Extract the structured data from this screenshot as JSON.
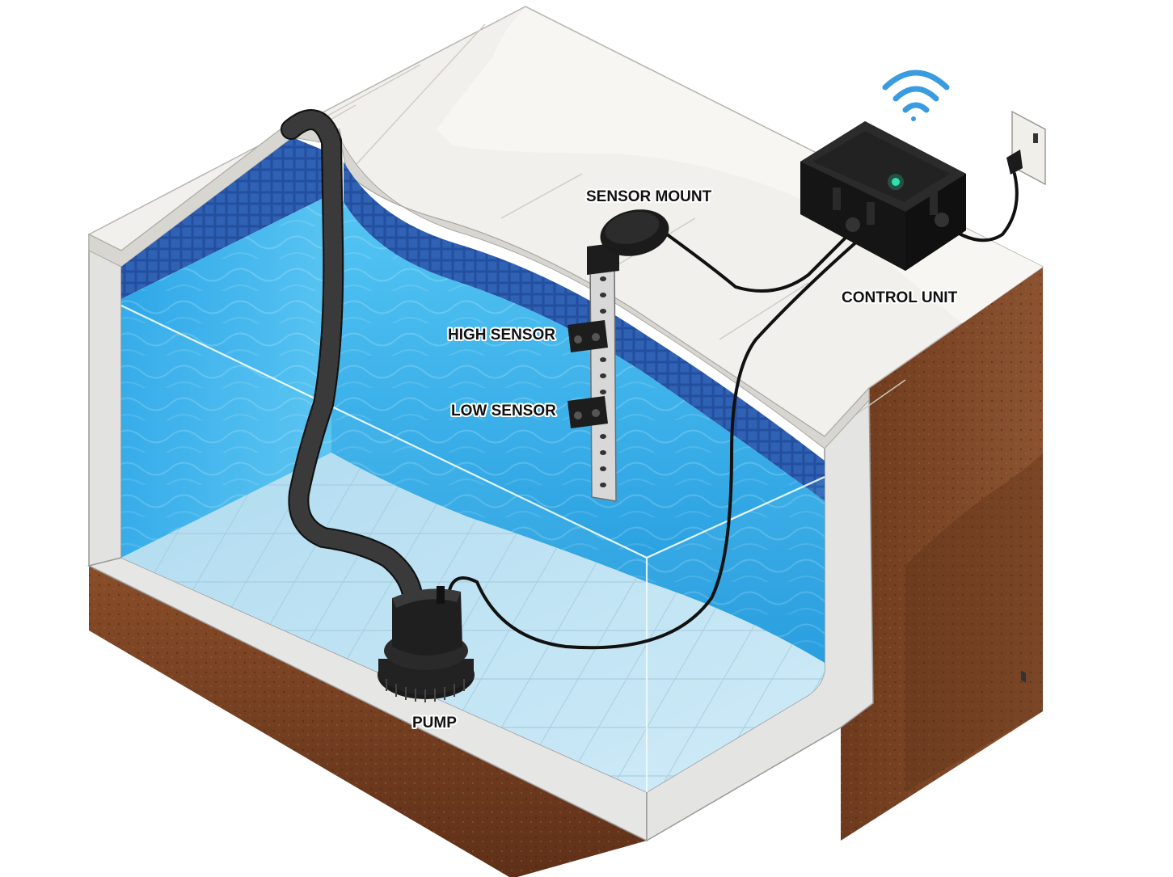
{
  "labels": {
    "sensor_mount": "SENSOR MOUNT",
    "control_unit": "CONTROL UNIT",
    "high_sensor": "HIGH SENSOR",
    "low_sensor": "LOW SENSOR",
    "pump": "PUMP"
  },
  "colors": {
    "water": "#3cb4ec",
    "water_deep": "#1f8fd8",
    "tile": "#1f4f9c",
    "coping": "#ece9e3",
    "deck": "#f3f1ee",
    "soil": "#7a4424",
    "soil_dark": "#5a2e16",
    "wall_concrete": "#e4e4e2",
    "equipment": "#1d1d1d",
    "wifi": "#3a9be0",
    "status_led": "#2fe0b0"
  },
  "icons": {
    "wifi": "wifi-icon",
    "outlet": "power-outlet-icon",
    "led": "status-led-icon"
  }
}
